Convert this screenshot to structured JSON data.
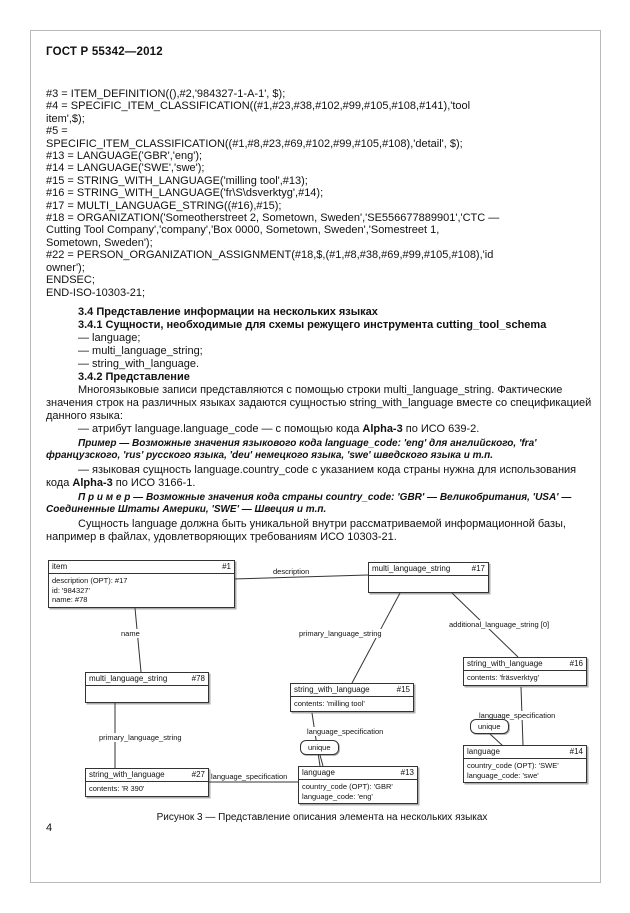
{
  "header": {
    "doc_number": "ГОСТ Р 55342—2012"
  },
  "code": {
    "lines": [
      "#3 = ITEM_DEFINITION((),#2,'984327-1-A-1', $);",
      "#4 = SPECIFIC_ITEM_CLASSIFICATION((#1,#23,#38,#102,#99,#105,#108,#141),'tool",
      "item',$);",
      "#5 =",
      "SPECIFIC_ITEM_CLASSIFICATION((#1,#8,#23,#69,#102,#99,#105,#108),'detail', $);",
      "#13 = LANGUAGE('GBR','eng');",
      "#14 = LANGUAGE('SWE','swe');",
      "#15 = STRING_WITH_LANGUAGE('milling tool',#13);",
      "#16 = STRING_WITH_LANGUAGE('fr\\S\\dsverktyg',#14);",
      "#17 = MULTI_LANGUAGE_STRING((#16),#15);",
      "#18 = ORGANIZATION('Someotherstreet 2, Sometown, Sweden','SE556677889901','CTC —",
      "Cutting Tool Company','company','Box 0000, Sometown, Sweden','Somestreet 1,",
      "Sometown, Sweden');",
      "#22 = PERSON_ORGANIZATION_ASSIGNMENT(#18,$,(#1,#8,#38,#69,#99,#105,#108),'id",
      "owner');",
      "ENDSEC;",
      "END-ISO-10303-21;"
    ]
  },
  "sections": {
    "s34_title": "3.4 Представление информации на нескольких языках",
    "s341_title": "3.4.1 Сущности, необходимые для схемы режущего инструмента cutting_tool_schema",
    "entity_1": "— language;",
    "entity_2": "— multi_language_string;",
    "entity_3": "— string_with_language.",
    "s342_title": "3.4.2 Представление",
    "p1": "Многоязыковые записи представляются с помощью строки multi_language_string. Фактические значения строк на различных языках задаются сущностью string_with_language вместе со спецификацией данного языка:",
    "p2_pre": "— атрибут language.language_code — с помощью кода ",
    "p2_bold": "Alpha-3",
    "p2_post": " по ИСО 639-2.",
    "ex1_label": "Пример — ",
    "ex1_text": "Возможные значения языкового кода language_code: 'eng' для английского, 'fra' французского, 'rus' русского языка, 'deu' немецкого языка, 'swe' шведского языка и т.п.",
    "p3_pre": "— языковая сущность language.country_code с указанием кода страны нужна для использования кода ",
    "p3_bold": "Alpha-3",
    "p3_post": " по ИСО 3166-1.",
    "ex2_label": "П р и м е р — ",
    "ex2_text": "Возможные значения кода страны country_code: 'GBR' — Великобритания, 'USA' — Соединенные Штаты Америки, 'SWE' — Швеция и т.п.",
    "p4": "Сущность language должна быть уникальной внутри рассматриваемой информационной базы, например в файлах, удовлетворяющих требованиям ИСО 10303-21."
  },
  "diagram": {
    "nodes": {
      "item": {
        "title": "item",
        "ref": "#1",
        "attr1": "description (OPT): #17",
        "attr2": "id: '984327'",
        "attr3": "name: #78"
      },
      "mls17": {
        "title": "multi_language_string",
        "ref": "#17"
      },
      "mls78": {
        "title": "multi_language_string",
        "ref": "#78"
      },
      "swl15": {
        "title": "string_with_language",
        "ref": "#15",
        "attr1": "contents: 'milling tool'"
      },
      "swl16": {
        "title": "string_with_language",
        "ref": "#16",
        "attr1": "contents: 'fräsverktyg'"
      },
      "swl27": {
        "title": "string_with_language",
        "ref": "#27",
        "attr1": "contents: 'R 390'"
      },
      "lang13": {
        "title": "language",
        "ref": "#13",
        "attr1": "country_code (OPT): 'GBR'",
        "attr2": "language_code: 'eng'"
      },
      "lang14": {
        "title": "language",
        "ref": "#14",
        "attr1": "country_code (OPT): 'SWE'",
        "attr2": "language_code: 'swe'"
      }
    },
    "unique_label": "unique",
    "edges": {
      "description": "description",
      "name": "name",
      "primary": "primary_language_string",
      "additional": "additional_language_string [0]",
      "langspec": "language_specification"
    }
  },
  "figure": {
    "caption": "Рисунок 3 — Представление описания элемента на нескольких языках"
  },
  "footer": {
    "page_number": "4"
  }
}
